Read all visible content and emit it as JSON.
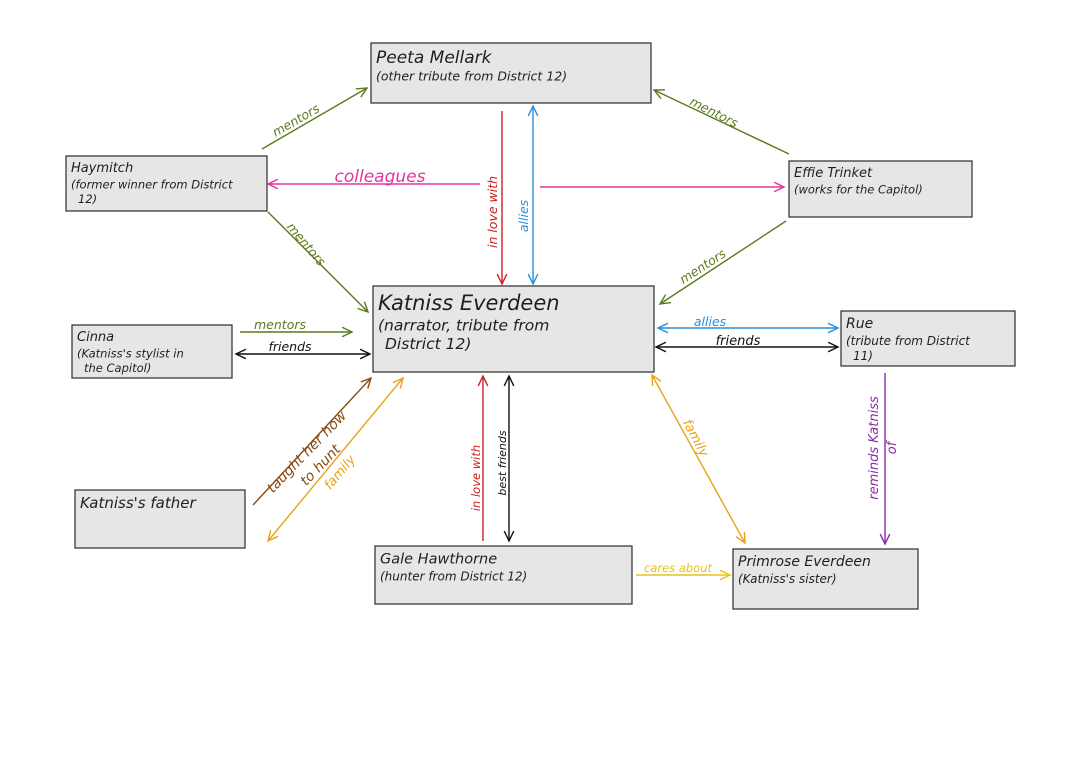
{
  "colors": {
    "box_fill": "#e6e6e6",
    "box_stroke": "#2b2b2b",
    "mentors": "#5b7a1f",
    "colleagues": "#e0379e",
    "love": "#cc2222",
    "allies": "#2a8fdc",
    "friends": "#111111",
    "taught": "#8a4b12",
    "family": "#e8a21a",
    "cares": "#e8c21a",
    "reminds": "#8a2aa8"
  },
  "nodes": {
    "peeta": {
      "name": "Peeta Mellark",
      "desc": [
        "(other tribute from District 12)"
      ]
    },
    "haymitch": {
      "name": "Haymitch",
      "desc": [
        "(former winner from District",
        "12)"
      ]
    },
    "effie": {
      "name": "Effie Trinket",
      "desc": [
        "(works for the Capitol)"
      ]
    },
    "katniss": {
      "name": "Katniss Everdeen",
      "desc": [
        "(narrator, tribute from",
        "District 12)"
      ]
    },
    "cinna": {
      "name": "Cinna",
      "desc": [
        "(Katniss's stylist in",
        "the Capitol)"
      ]
    },
    "rue": {
      "name": "Rue",
      "desc": [
        "(tribute from District",
        "11)"
      ]
    },
    "father": {
      "name": "Katniss's father",
      "desc": []
    },
    "gale": {
      "name": "Gale Hawthorne",
      "desc": [
        "(hunter from District 12)"
      ]
    },
    "prim": {
      "name": "Primrose Everdeen",
      "desc": [
        "(Katniss's sister)"
      ]
    }
  },
  "edges": [
    {
      "id": "haymitch-peeta-mentors",
      "label": "mentors",
      "color": "mentors"
    },
    {
      "id": "effie-peeta-mentors",
      "label": "mentors",
      "color": "mentors"
    },
    {
      "id": "haymitch-effie-colleagues",
      "label": "colleagues",
      "color": "colleagues"
    },
    {
      "id": "peeta-katniss-love",
      "label": "in love with",
      "color": "love"
    },
    {
      "id": "peeta-katniss-allies",
      "label": "allies",
      "color": "allies"
    },
    {
      "id": "haymitch-katniss-mentors",
      "label": "mentors",
      "color": "mentors"
    },
    {
      "id": "effie-katniss-mentors",
      "label": "mentors",
      "color": "mentors"
    },
    {
      "id": "cinna-katniss-mentors",
      "label": "mentors",
      "color": "mentors"
    },
    {
      "id": "cinna-katniss-friends",
      "label": "friends",
      "color": "friends"
    },
    {
      "id": "katniss-rue-allies",
      "label": "allies",
      "color": "allies"
    },
    {
      "id": "katniss-rue-friends",
      "label": "friends",
      "color": "friends"
    },
    {
      "id": "father-katniss-taught",
      "label_lines": [
        "taught her how",
        "to hunt"
      ],
      "color": "taught"
    },
    {
      "id": "father-katniss-family",
      "label": "family",
      "color": "family"
    },
    {
      "id": "gale-katniss-love",
      "label": "in love with",
      "color": "love"
    },
    {
      "id": "gale-katniss-best-friends",
      "label": "best friends",
      "color": "friends"
    },
    {
      "id": "katniss-prim-family",
      "label": "family",
      "color": "family"
    },
    {
      "id": "gale-prim-cares",
      "label": "cares about",
      "color": "cares"
    },
    {
      "id": "rue-prim-reminds",
      "label_lines": [
        "reminds Katniss",
        "of"
      ],
      "color": "reminds"
    }
  ]
}
